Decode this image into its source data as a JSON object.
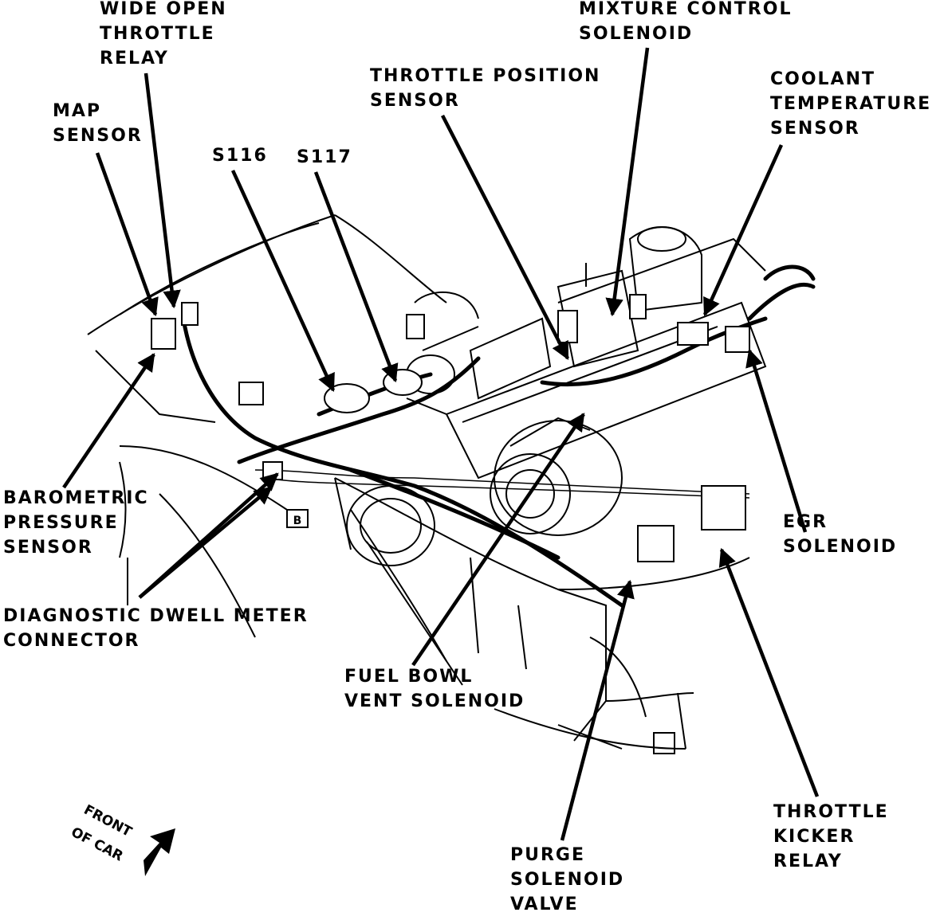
{
  "labels": {
    "wide_open_throttle_relay": [
      "WIDE OPEN",
      "THROTTLE",
      "RELAY"
    ],
    "map_sensor": [
      "MAP",
      "SENSOR"
    ],
    "s116": [
      "S116"
    ],
    "s117": [
      "S117"
    ],
    "throttle_position_sensor": [
      "THROTTLE POSITION",
      "SENSOR"
    ],
    "mixture_control_solenoid": [
      "MIXTURE CONTROL",
      "SOLENOID"
    ],
    "coolant_temperature_sensor": [
      "COOLANT",
      "TEMPERATURE",
      "SENSOR"
    ],
    "barometric_pressure_sensor": [
      "BAROMETRIC",
      "PRESSURE",
      "SENSOR"
    ],
    "egr_solenoid": [
      "EGR",
      "SOLENOID"
    ],
    "diagnostic_dwell_meter_connector": [
      "DIAGNOSTIC DWELL METER",
      "CONNECTOR"
    ],
    "fuel_bowl_vent_solenoid": [
      "FUEL BOWL",
      "VENT SOLENOID"
    ],
    "throttle_kicker_relay": [
      "THROTTLE",
      "KICKER",
      "RELAY"
    ],
    "purge_solenoid_valve": [
      "PURGE",
      "SOLENOID",
      "VALVE"
    ]
  },
  "front_of_car": [
    "FRONT",
    "OF CAR"
  ],
  "marker_letter": "B",
  "colors": {
    "ink": "#000000",
    "paper": "#ffffff"
  }
}
